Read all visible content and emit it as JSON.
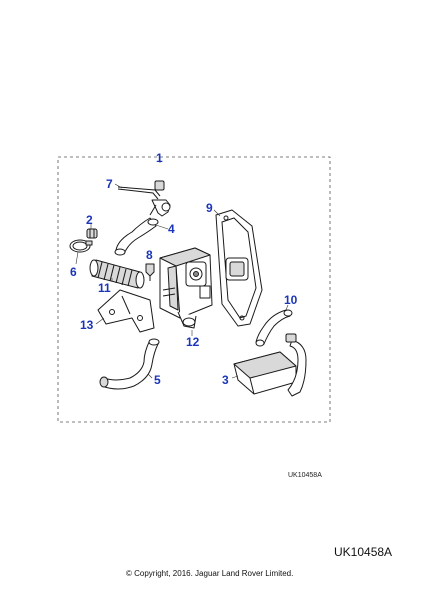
{
  "callouts": {
    "c1": "1",
    "c2": "2",
    "c3": "3",
    "c4": "4",
    "c5": "5",
    "c6": "6",
    "c7": "7",
    "c8": "8",
    "c9": "9",
    "c10": "10",
    "c11": "11",
    "c12": "12",
    "c13": "13"
  },
  "reference_small": "UK10458A",
  "reference_large": "UK10458A",
  "copyright": "© Copyright, 2016. Jaguar Land Rover Limited.",
  "colors": {
    "callout": "#1a35b8",
    "line": "#1b1b1b"
  }
}
